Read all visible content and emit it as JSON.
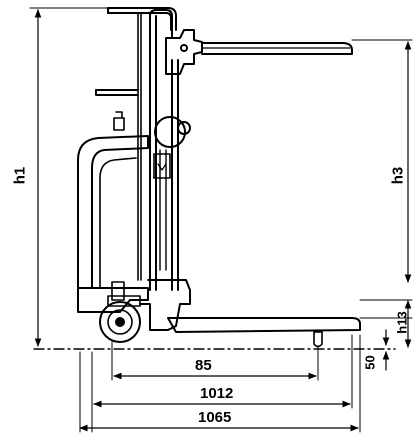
{
  "dimensions": {
    "h1": "h1",
    "h3": "h3",
    "h13": "h13",
    "d50": "50",
    "d85": "85",
    "d1012": "1012",
    "d1065": "1065"
  },
  "colors": {
    "line": "#000000",
    "background": "#ffffff"
  }
}
